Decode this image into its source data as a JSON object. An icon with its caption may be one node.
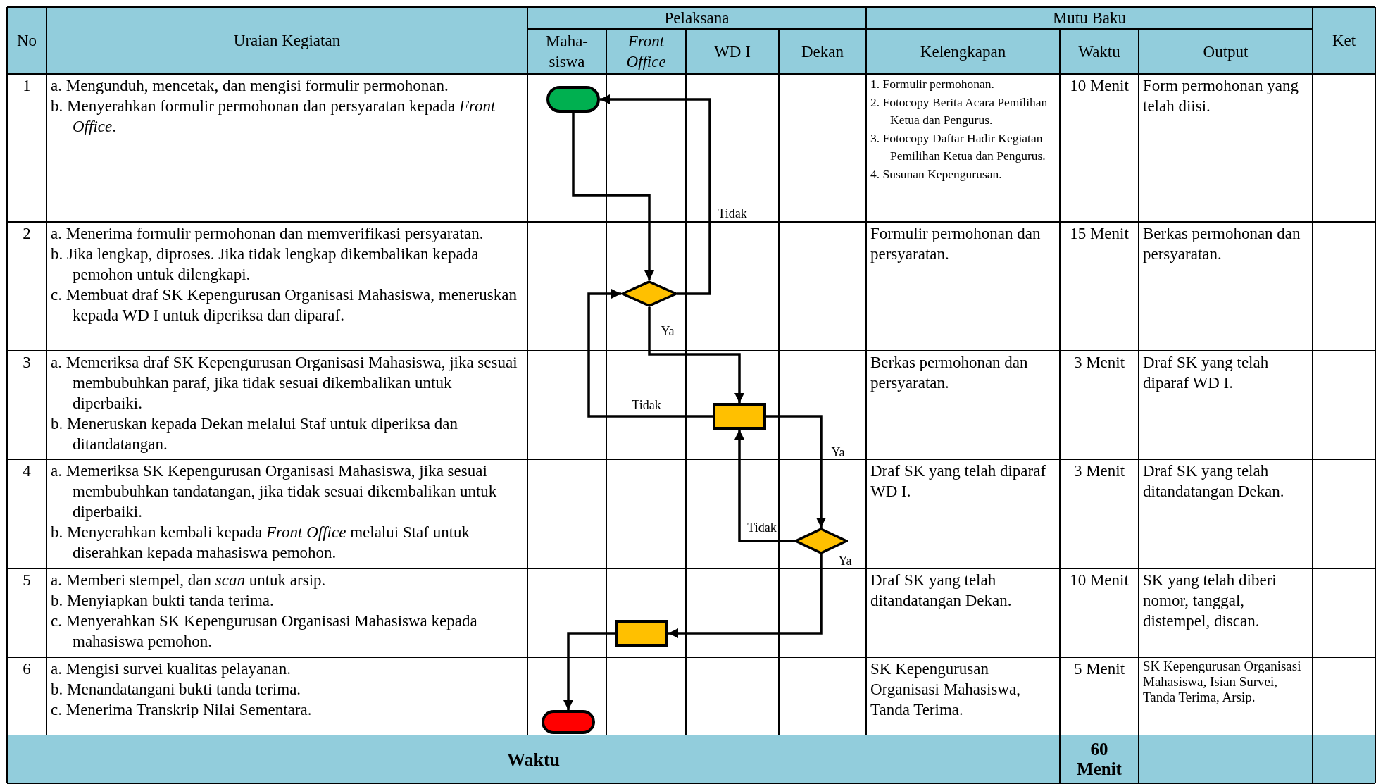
{
  "diagram": {
    "nodes": [
      {
        "text": [],
        "shape": "terminal"
      },
      {
        "text": [],
        "shape": "diamond"
      },
      {
        "text": [],
        "shape": "box"
      },
      {
        "text": [],
        "shape": "diamond"
      },
      {
        "text": [],
        "shape": "box"
      },
      {
        "text": [],
        "shape": "terminal"
      }
    ],
    "edges": [
      {
        "from": 0,
        "to": 1,
        "arrow": "to"
      },
      {
        "from": 1,
        "to": 0,
        "arrow": "to",
        "label": "Tidak"
      },
      {
        "from": 1,
        "to": 2,
        "arrow": "to",
        "label": "Ya"
      },
      {
        "from": 2,
        "to": 1,
        "arrow": "to",
        "label": "Tidak"
      },
      {
        "from": 2,
        "to": 3,
        "arrow": "to",
        "label": "Ya"
      },
      {
        "from": 3,
        "to": 2,
        "arrow": "to",
        "label": "Tidak"
      },
      {
        "from": 3,
        "to": 4,
        "arrow": "to",
        "label": "Ya"
      },
      {
        "from": 4,
        "to": 5,
        "arrow": "to"
      }
    ],
    "labels": [
      "No",
      "Uraian Kegiatan",
      "Pelaksana",
      "Mutu Baku",
      "Ket",
      "Maha-siswa",
      "Front Office",
      "WD I",
      "Dekan",
      "Kelengkapan",
      "Waktu",
      "Output",
      "1",
      "a. Mengunduh, mencetak, dan mengisi formulir permohonan.",
      "b. Menyerahkan formulir permohonan dan persyaratan kepada *Front Office*.",
      "1. Formulir permohonan.",
      "2. Fotocopy Berita Acara Pemilihan Ketua dan Pengurus.",
      "3. Fotocopy Daftar Hadir Kegiatan Pemilihan Ketua dan Pengurus.",
      "4. Susunan Kepengurusan.",
      "10 Menit",
      "Form permohonan yang telah diisi.",
      "2",
      "a. Menerima formulir permohonan dan memverifikasi persyaratan.",
      "b. Jika lengkap, diproses. Jika tidak lengkap dikembalikan kepada pemohon untuk dilengkapi.",
      "c. Membuat draf SK Kepengurusan Organisasi Mahasiswa, meneruskan kepada WD I untuk diperiksa dan diparaf.",
      "Formulir permohonan dan persyaratan.",
      "15 Menit",
      "Berkas permohonan dan persyaratan.",
      "3",
      "a. Memeriksa draf SK Kepengurusan Organisasi Mahasiswa, jika sesuai membubuhkan paraf, jika tidak sesuai dikembalikan untuk diperbaiki.",
      "b. Meneruskan kepada Dekan melalui Staf untuk diperiksa dan ditandatangan.",
      "Berkas permohonan dan persyaratan.",
      "3 Menit",
      "Draf SK yang telah diparaf WD I.",
      "4",
      "a. Memeriksa SK Kepengurusan Organisasi Mahasiswa, jika sesuai membubuhkan tandatangan, jika tidak sesuai dikembalikan untuk diperbaiki.",
      "b. Menyerahkan kembali kepada *Front Office* melalui Staf untuk diserahkan kepada mahasiswa pemohon.",
      "Draf SK yang telah diparaf WD I.",
      "3 Menit",
      "Draf SK yang telah ditandatangan Dekan.",
      "5",
      "a. Memberi stempel, dan *scan* untuk arsip.",
      "b. Menyiapkan bukti tanda terima.",
      "c. Menyerahkan SK Kepengurusan Organisasi Mahasiswa kepada mahasiswa pemohon.",
      "Draf SK yang telah ditandatangan Dekan.",
      "10 Menit",
      "SK yang telah diberi nomor, tanggal, distempel, discan.",
      "6",
      "a. Mengisi survei kualitas pelayanan.",
      "b. Menandatangani bukti tanda terima.",
      "c. Menerima Transkrip Nilai Sementara.",
      "SK Kepengurusan Organisasi Mahasiswa, Tanda Terima.",
      "5 Menit",
      "SK Kepengurusan Organisasi Mahasiswa, Isian Survei, Tanda Terima, Arsip.",
      "Waktu",
      "60 Menit"
    ]
  }
}
